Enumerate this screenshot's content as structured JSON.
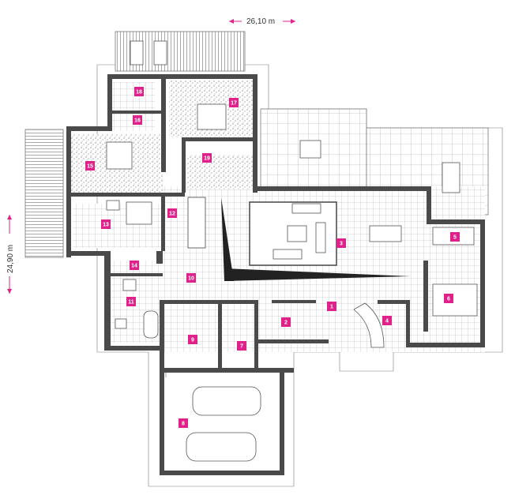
{
  "dimensions": {
    "width_label": "26,10 m",
    "height_label": "24,90 m",
    "arrow_color": "#e0218a"
  },
  "label_color": "#e0218a",
  "rooms": [
    {
      "id": "1"
    },
    {
      "id": "2"
    },
    {
      "id": "3"
    },
    {
      "id": "4"
    },
    {
      "id": "5"
    },
    {
      "id": "6"
    },
    {
      "id": "7"
    },
    {
      "id": "8"
    },
    {
      "id": "9"
    },
    {
      "id": "10"
    },
    {
      "id": "11"
    },
    {
      "id": "12"
    },
    {
      "id": "13"
    },
    {
      "id": "14"
    },
    {
      "id": "15"
    },
    {
      "id": "16"
    },
    {
      "id": "17"
    },
    {
      "id": "18"
    },
    {
      "id": "19"
    }
  ]
}
